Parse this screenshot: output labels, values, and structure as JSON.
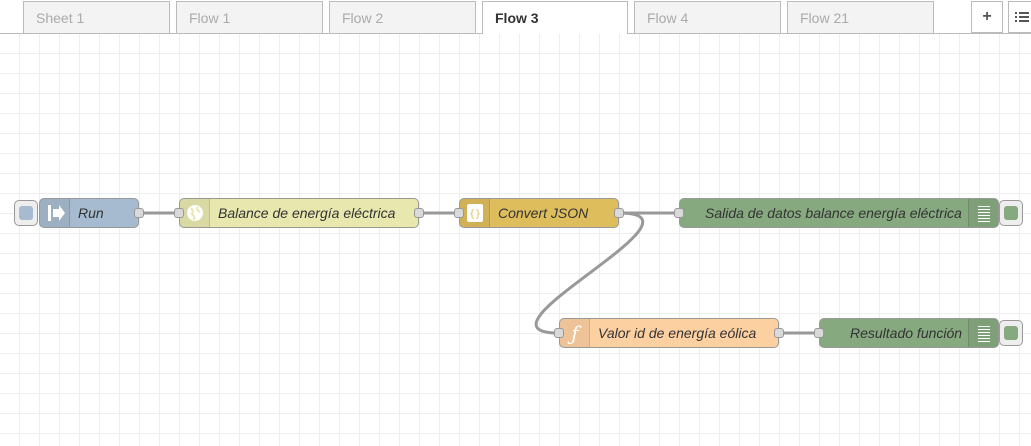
{
  "tabs": [
    {
      "label": "Sheet 1",
      "active": false
    },
    {
      "label": "Flow 1",
      "active": false
    },
    {
      "label": "Flow 2",
      "active": false
    },
    {
      "label": "Flow 3",
      "active": true
    },
    {
      "label": "Flow 4",
      "active": false
    },
    {
      "label": "Flow 21",
      "active": false
    }
  ],
  "toolbar": {
    "add_icon": "plus-icon",
    "list_icon": "list-icon"
  },
  "nodes": {
    "inject": {
      "label": "Run",
      "type": "inject",
      "color": "#a6bbcf",
      "icon": "inject-arrow-icon"
    },
    "http": {
      "label": "Balance de energía eléctrica",
      "type": "http request",
      "color": "#e7e7ae",
      "icon": "globe-icon"
    },
    "json": {
      "label": "Convert JSON",
      "type": "json",
      "color": "#debd5c",
      "icon": "json-braces-icon"
    },
    "debug1": {
      "label": "Salida de datos balance energía eléctrica",
      "type": "debug",
      "color": "#87a980",
      "icon": "debug-list-icon"
    },
    "function": {
      "label": "Valor id de energía eólica",
      "type": "function",
      "color": "#fdd0a2",
      "icon": "function-icon"
    },
    "debug2": {
      "label": "Resultado función",
      "type": "debug",
      "color": "#87a980",
      "icon": "debug-list-icon"
    }
  },
  "wires": [
    [
      "inject",
      "http"
    ],
    [
      "http",
      "json"
    ],
    [
      "json",
      "debug1"
    ],
    [
      "json",
      "function"
    ],
    [
      "function",
      "debug2"
    ]
  ]
}
